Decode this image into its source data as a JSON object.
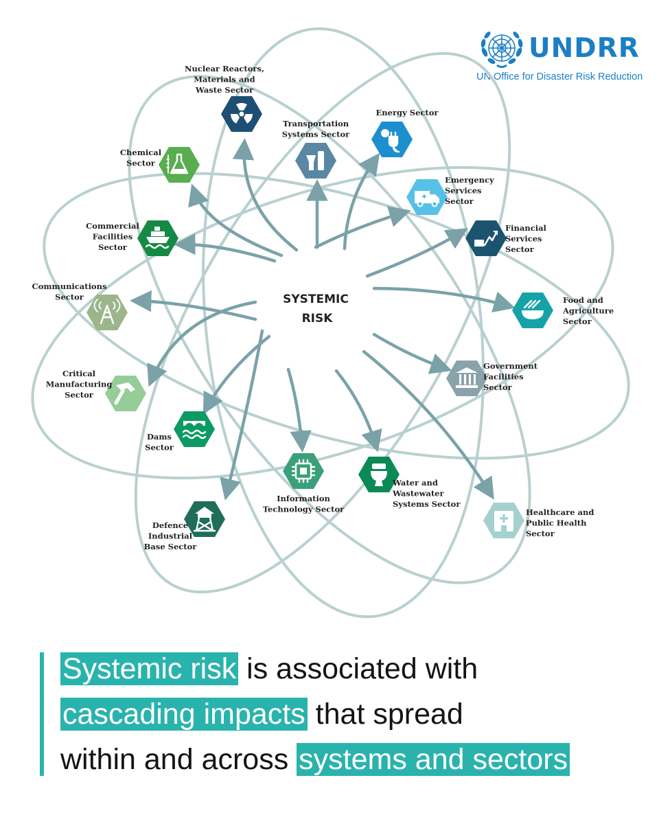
{
  "logo": {
    "wordmark": "UNDRR",
    "subtitle": "UN Office for Disaster Risk Reduction",
    "color": "#1b7fc4"
  },
  "center": {
    "line1": "SYSTEMIC",
    "line2": "RISK"
  },
  "sectors": [
    {
      "id": "nuclear",
      "lines": [
        "Nuclear Reactors,",
        "Materials and",
        "Waste Sector"
      ],
      "color": "#1d4f73",
      "icon": "radiation-icon"
    },
    {
      "id": "transportation",
      "lines": [
        "Transportation",
        "Systems Sector"
      ],
      "color": "#5a87a3",
      "icon": "road-traffic-icon"
    },
    {
      "id": "energy",
      "lines": [
        "Energy Sector"
      ],
      "color": "#1d8fcf",
      "icon": "power-plug-icon"
    },
    {
      "id": "emergency",
      "lines": [
        "Emergency",
        "Services",
        "Sector"
      ],
      "color": "#56c1e8",
      "icon": "ambulance-icon"
    },
    {
      "id": "financial",
      "lines": [
        "Financial",
        "Services",
        "Sector"
      ],
      "color": "#1c536f",
      "icon": "finance-chart-icon"
    },
    {
      "id": "food",
      "lines": [
        "Food and",
        "Agriculture",
        "Sector"
      ],
      "color": "#16a3a8",
      "icon": "food-bowl-icon"
    },
    {
      "id": "government",
      "lines": [
        "Government",
        "Facilities",
        "Sector"
      ],
      "color": "#8aa2aa",
      "icon": "government-building-icon"
    },
    {
      "id": "healthcare",
      "lines": [
        "Healthcare and",
        "Public Health",
        "Sector"
      ],
      "color": "#a4d1cd",
      "icon": "hospital-icon"
    },
    {
      "id": "water",
      "lines": [
        "Water and",
        "Wastewater",
        "Systems Sector"
      ],
      "color": "#0c8a55",
      "icon": "toilet-icon"
    },
    {
      "id": "it",
      "lines": [
        "Information",
        "Technology Sector"
      ],
      "color": "#3aa07a",
      "icon": "microchip-icon"
    },
    {
      "id": "defence",
      "lines": [
        "Defence",
        "Industrial",
        "Base Sector"
      ],
      "color": "#1f6e5a",
      "icon": "watchtower-icon"
    },
    {
      "id": "dams",
      "lines": [
        "Dams",
        "Sector"
      ],
      "color": "#0c9a63",
      "icon": "dam-icon"
    },
    {
      "id": "manufacturing",
      "lines": [
        "Critical",
        "Manufacturing",
        "Sector"
      ],
      "color": "#96cc98",
      "icon": "hammer-icon"
    },
    {
      "id": "communications",
      "lines": [
        "Communications",
        "Sector"
      ],
      "color": "#9cb58b",
      "icon": "antenna-icon"
    },
    {
      "id": "commercial",
      "lines": [
        "Commercial",
        "Facilities",
        "Sector"
      ],
      "color": "#158a45",
      "icon": "ship-icon"
    },
    {
      "id": "chemical",
      "lines": [
        "Chemical",
        "Sector"
      ],
      "color": "#58ad4f",
      "icon": "chemical-flask-icon"
    }
  ],
  "caption": {
    "line1_hl": "Systemic risk",
    "line1_rest": " is associated with",
    "line2_hl": "cascading impacts",
    "line2_rest": " that spread",
    "line3_pre": "within and across ",
    "line3_hl": "systems and sectors",
    "accent": "#2ab3ad"
  }
}
